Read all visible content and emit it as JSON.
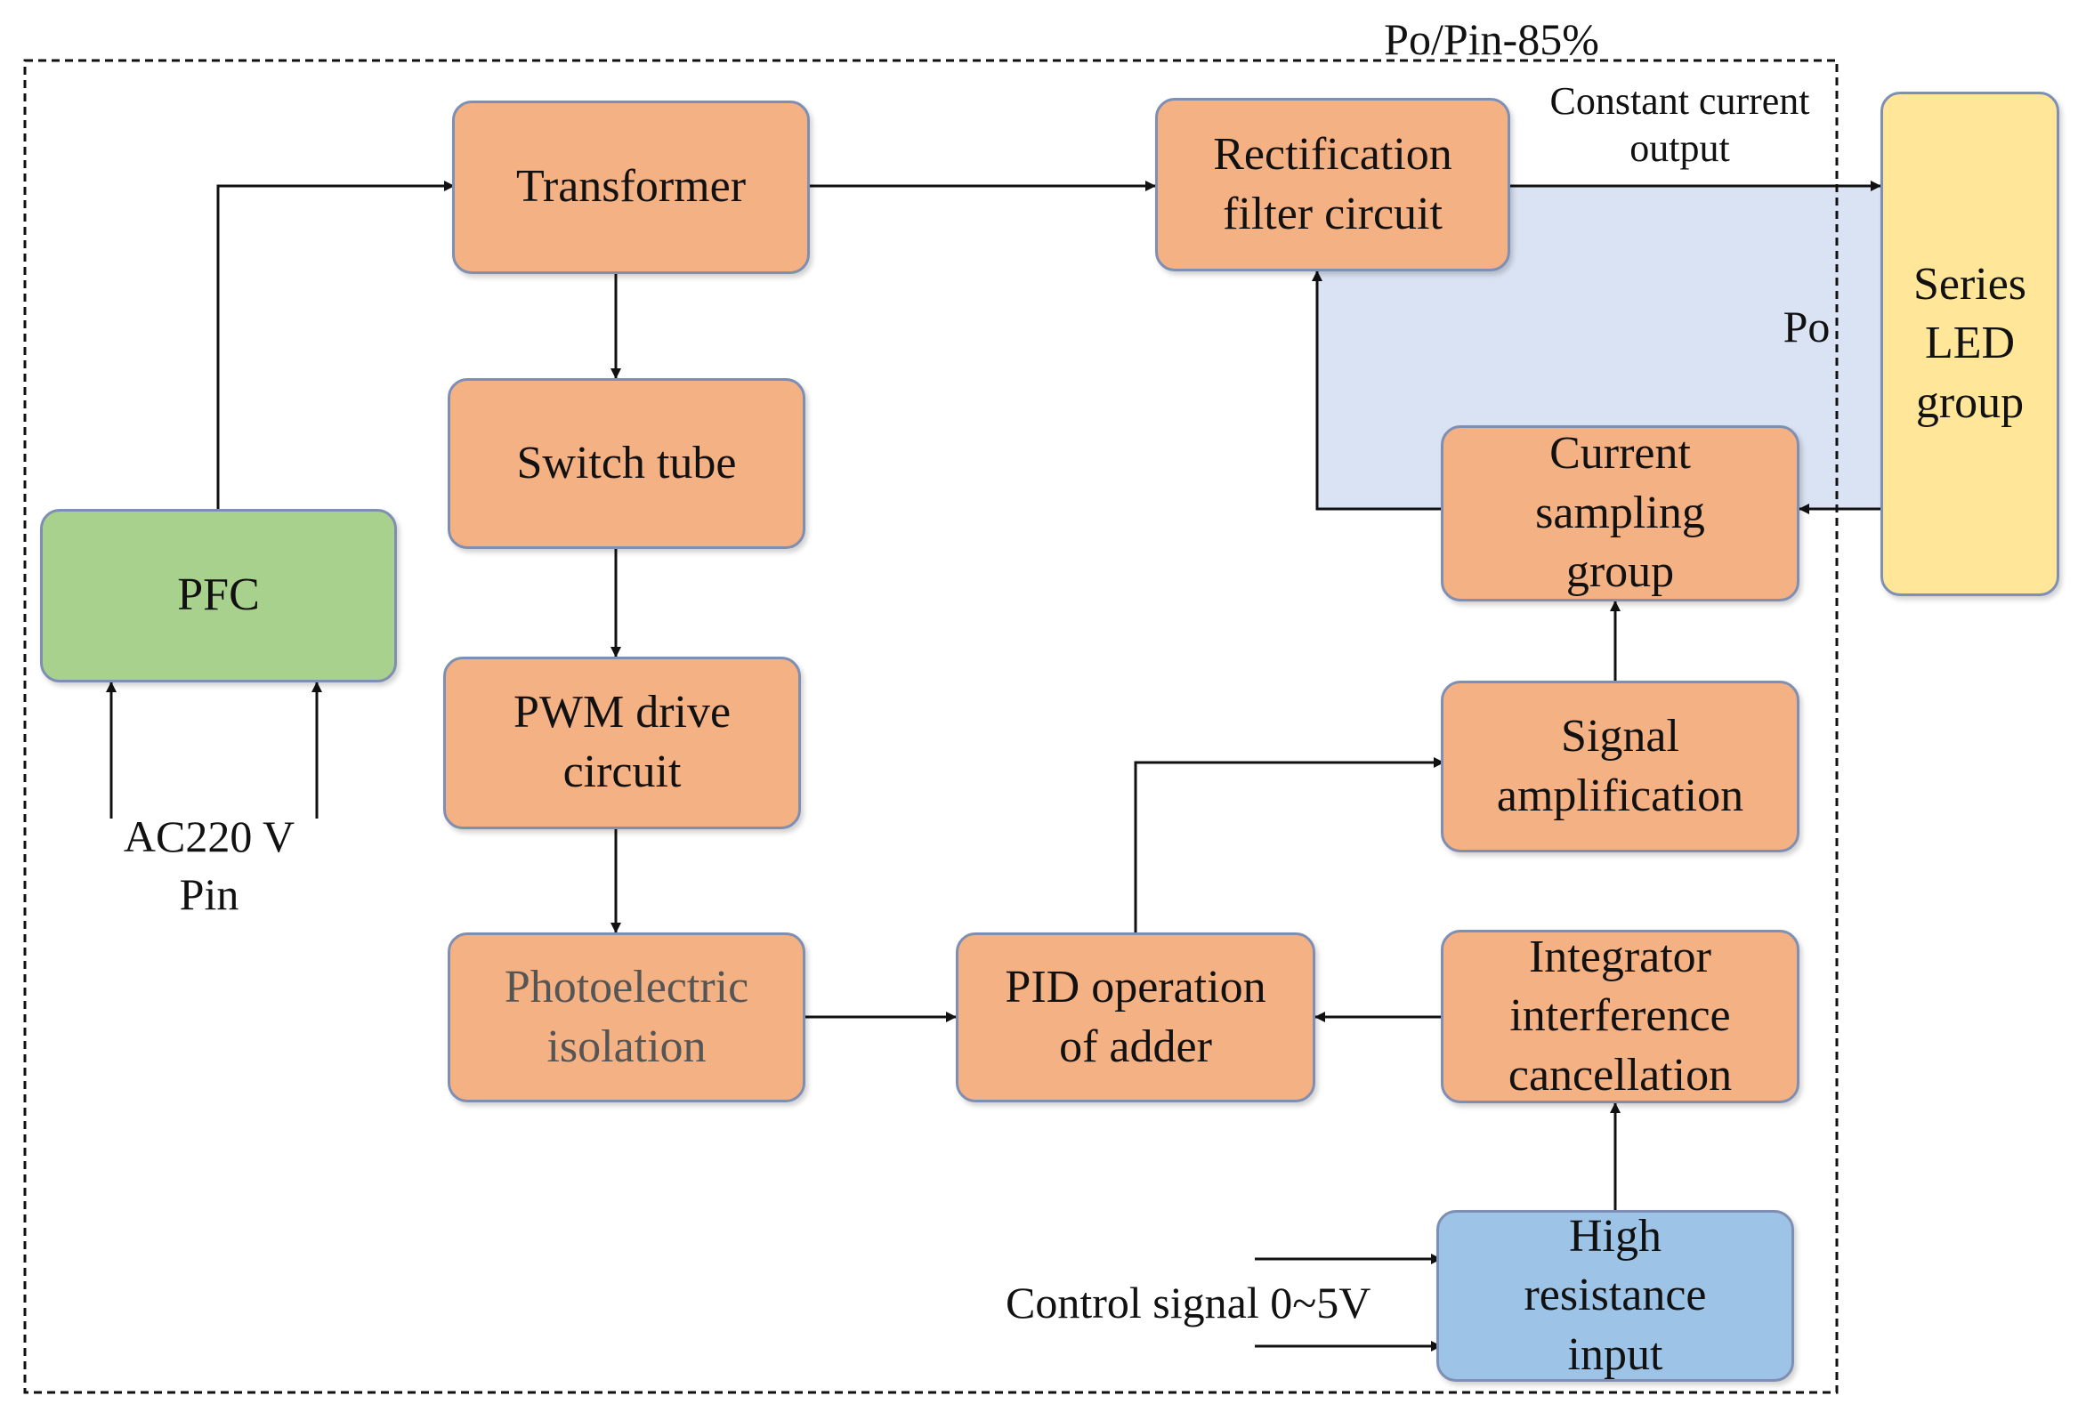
{
  "header": {
    "efficiency_label": "Po/Pin-85%"
  },
  "labels": {
    "constant_current": "Constant current\noutput",
    "po": "Po",
    "ac_input": "AC220 V\nPin",
    "control_signal": "Control signal  0~5V"
  },
  "blocks": {
    "transformer": "Transformer",
    "rectification": "Rectification\nfilter circuit",
    "series_led": "Series\nLED\ngroup",
    "switch_tube": "Switch tube",
    "pfc": "PFC",
    "current_sampling": "Current\nsampling\ngroup",
    "pwm_drive": "PWM drive\ncircuit",
    "signal_amplification": "Signal\namplification",
    "photoelectric": "Photoelectric\nisolation",
    "pid": "PID operation\nof adder",
    "integrator": "Integrator\ninterference\ncancellation",
    "high_resistance": "High\nresistance\ninput"
  },
  "colors": {
    "process_block": "#f4b183",
    "pfc_block": "#a9d18e",
    "led_block": "#ffe699",
    "input_block": "#9dc3e6",
    "feedback_region": "#dae3f3"
  }
}
